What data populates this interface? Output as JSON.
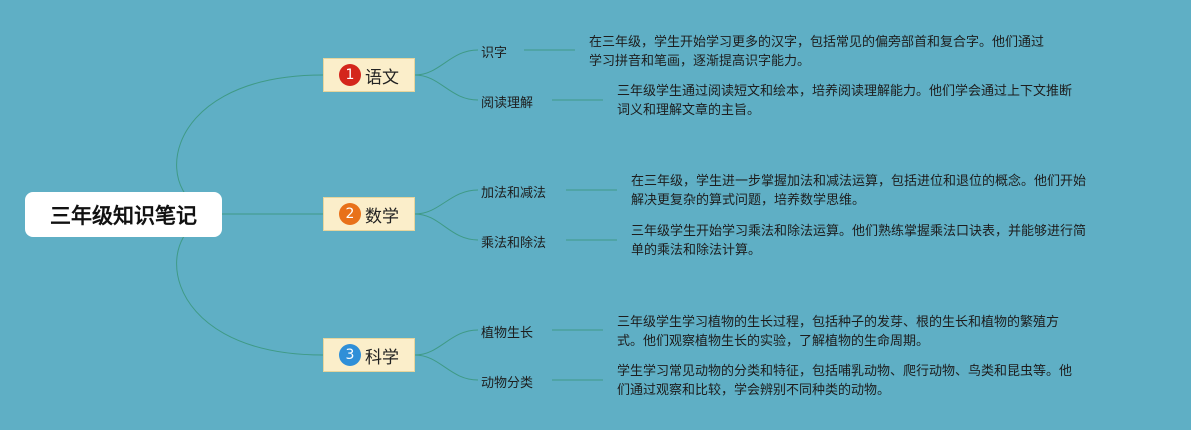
{
  "root": {
    "title": "三年级知识笔记"
  },
  "branches": [
    {
      "number": "1",
      "label": "语文",
      "badge_color": "#d4261c",
      "topics": [
        {
          "label": "识字",
          "lines": [
            "在三年级，学生开始学习更多的汉字，包括常见的偏旁部首和复合字。他们通过",
            "学习拼音和笔画，逐渐提高识字能力。"
          ]
        },
        {
          "label": "阅读理解",
          "lines": [
            "三年级学生通过阅读短文和绘本，培养阅读理解能力。他们学会通过上下文推断",
            "词义和理解文章的主旨。"
          ]
        }
      ]
    },
    {
      "number": "2",
      "label": "数学",
      "badge_color": "#e8711a",
      "topics": [
        {
          "label": "加法和减法",
          "lines": [
            "在三年级，学生进一步掌握加法和减法运算，包括进位和退位的概念。他们开始",
            "解决更复杂的算式问题，培养数学思维。"
          ]
        },
        {
          "label": "乘法和除法",
          "lines": [
            "三年级学生开始学习乘法和除法运算。他们熟练掌握乘法口诀表，并能够进行简",
            "单的乘法和除法计算。"
          ]
        }
      ]
    },
    {
      "number": "3",
      "label": "科学",
      "badge_color": "#2f8fd8",
      "topics": [
        {
          "label": "植物生长",
          "lines": [
            "三年级学生学习植物的生长过程，包括种子的发芽、根的生长和植物的繁殖方",
            "式。他们观察植物生长的实验，了解植物的生命周期。"
          ]
        },
        {
          "label": "动物分类",
          "lines": [
            "学生学习常见动物的分类和特征，包括哺乳动物、爬行动物、鸟类和昆虫等。他",
            "们通过观察和比较，学会辨别不同种类的动物。"
          ]
        }
      ]
    }
  ]
}
